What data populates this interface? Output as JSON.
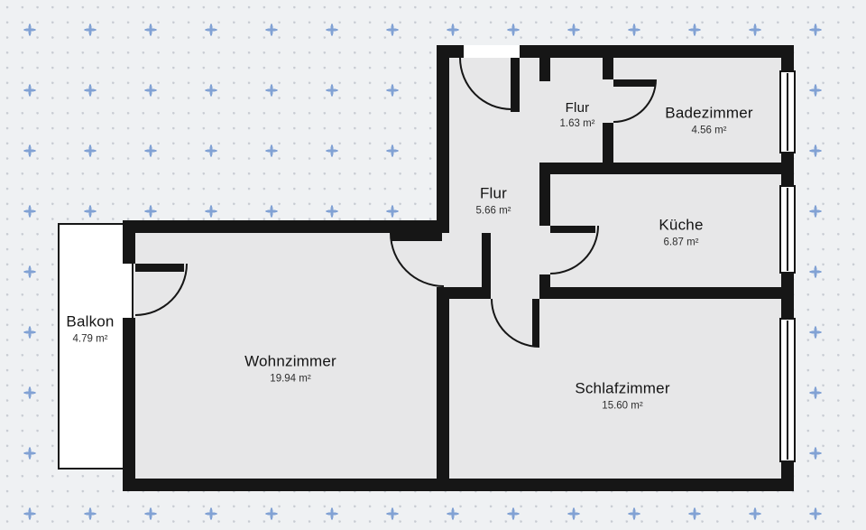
{
  "plan": {
    "rooms": [
      {
        "id": "balkon",
        "name": "Balkon",
        "area": "4.79 m²"
      },
      {
        "id": "wohnzimmer",
        "name": "Wohnzimmer",
        "area": "19.94 m²"
      },
      {
        "id": "schlafzimmer",
        "name": "Schlafzimmer",
        "area": "15.60 m²"
      },
      {
        "id": "flur",
        "name": "Flur",
        "area": "5.66 m²"
      },
      {
        "id": "kueche",
        "name": "Küche",
        "area": "6.87 m²"
      },
      {
        "id": "flur-klein",
        "name": "Flur",
        "area": "1.63 m²"
      },
      {
        "id": "badezimmer",
        "name": "Badezimmer",
        "area": "4.56 m²"
      }
    ],
    "colors": {
      "wall": "#161616",
      "room_fill": "#e7e7e8",
      "background": "#eff1f3",
      "balcony_fill": "#ffffff",
      "grid_cross": "#82a2d4",
      "grid_dot": "#c7cbd2"
    }
  }
}
